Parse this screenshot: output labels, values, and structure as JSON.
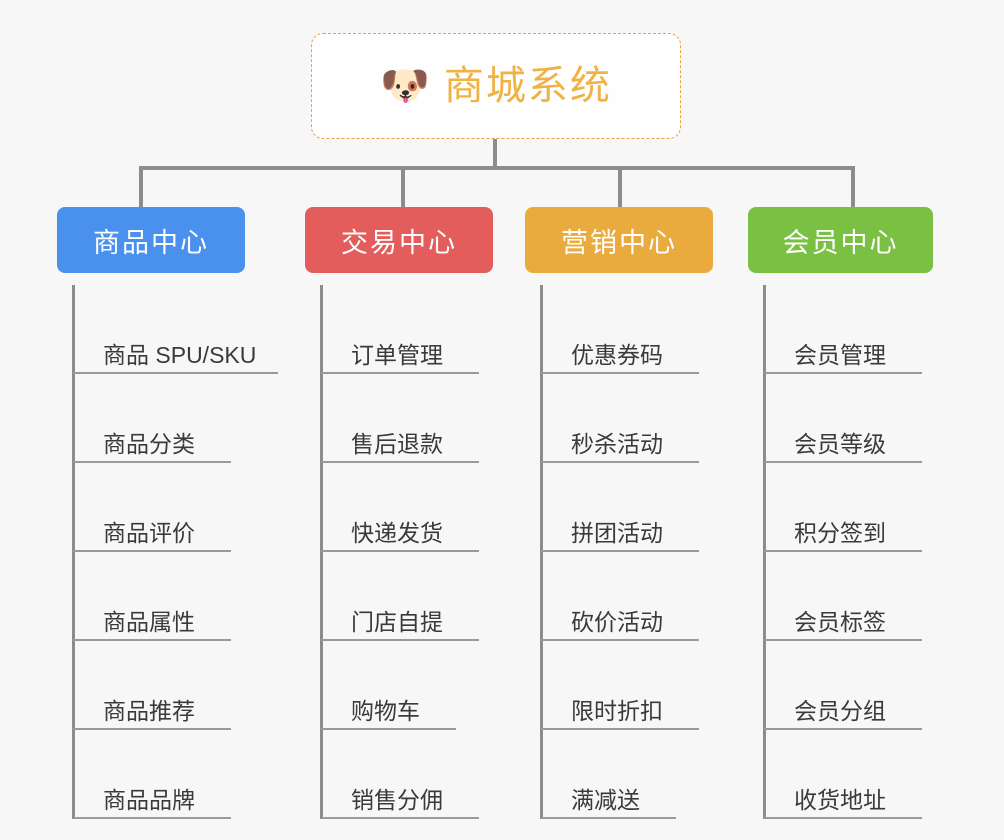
{
  "canvas": {
    "background": "#f7f7f7",
    "connector_color": "#8c8c8c"
  },
  "root": {
    "icon": "shiba-dog-face-emoji",
    "emoji": "🐶",
    "title": "商城系统",
    "text_color": "#f0b244",
    "border_color": "#e8a33d",
    "fill": "#fefefe"
  },
  "branches": [
    {
      "label": "商品中心",
      "color": "#4a90ed",
      "items": [
        "商品 SPU/SKU",
        "商品分类",
        "商品评价",
        "商品属性",
        "商品推荐",
        "商品品牌"
      ]
    },
    {
      "label": "交易中心",
      "color": "#e35d5d",
      "items": [
        "订单管理",
        "售后退款",
        "快递发货",
        "门店自提",
        "购物车",
        "销售分佣"
      ]
    },
    {
      "label": "营销中心",
      "color": "#eaab3e",
      "items": [
        "优惠券码",
        "秒杀活动",
        "拼团活动",
        "砍价活动",
        "限时折扣",
        "满减送"
      ]
    },
    {
      "label": "会员中心",
      "color": "#7ac143",
      "items": [
        "会员管理",
        "会员等级",
        "积分签到",
        "会员标签",
        "会员分组",
        "收货地址"
      ]
    }
  ]
}
